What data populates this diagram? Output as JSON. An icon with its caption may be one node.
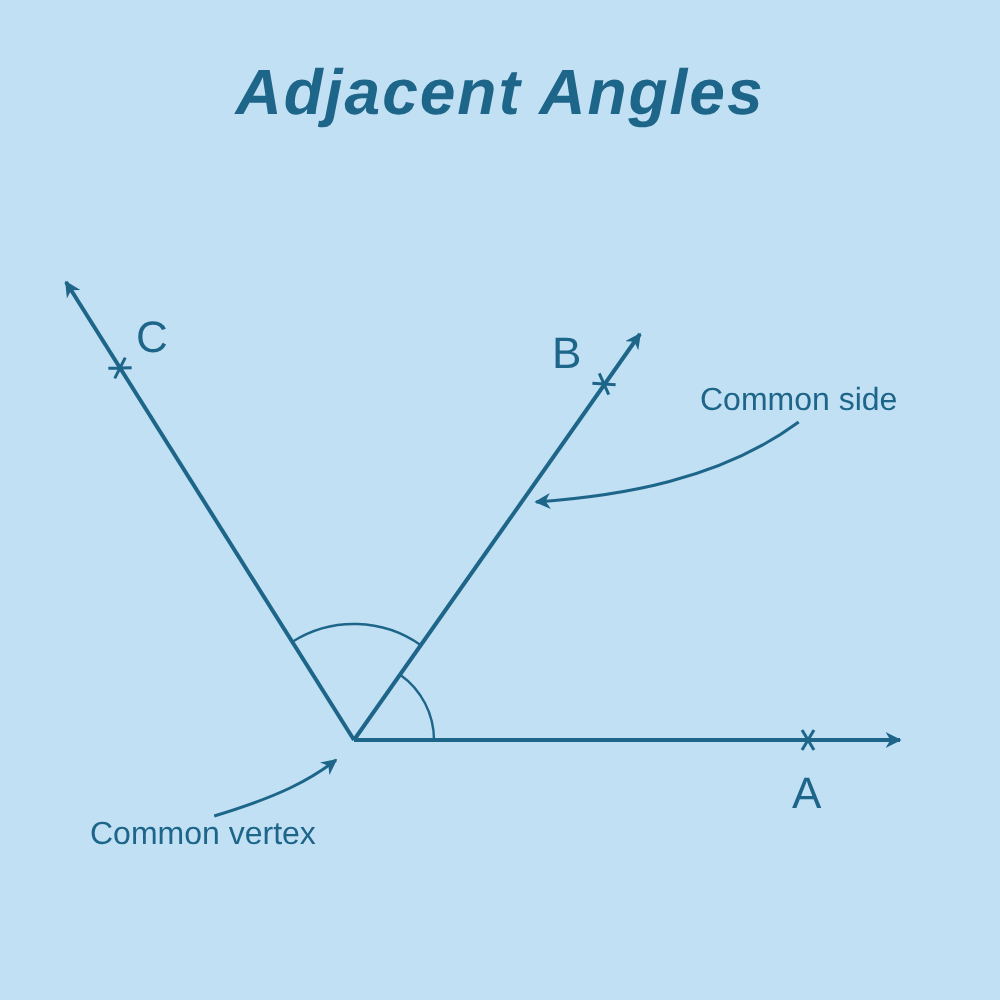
{
  "diagram": {
    "title": "Adjacent Angles",
    "nodes": [
      {
        "text": [
          "Common side"
        ]
      },
      {
        "text": [
          "Common vertex"
        ]
      }
    ],
    "edges": [
      {
        "from": 0,
        "to": null,
        "arrow": "to"
      },
      {
        "from": 1,
        "to": null,
        "arrow": "to"
      }
    ],
    "labels": [
      "C",
      "B",
      "A"
    ]
  }
}
